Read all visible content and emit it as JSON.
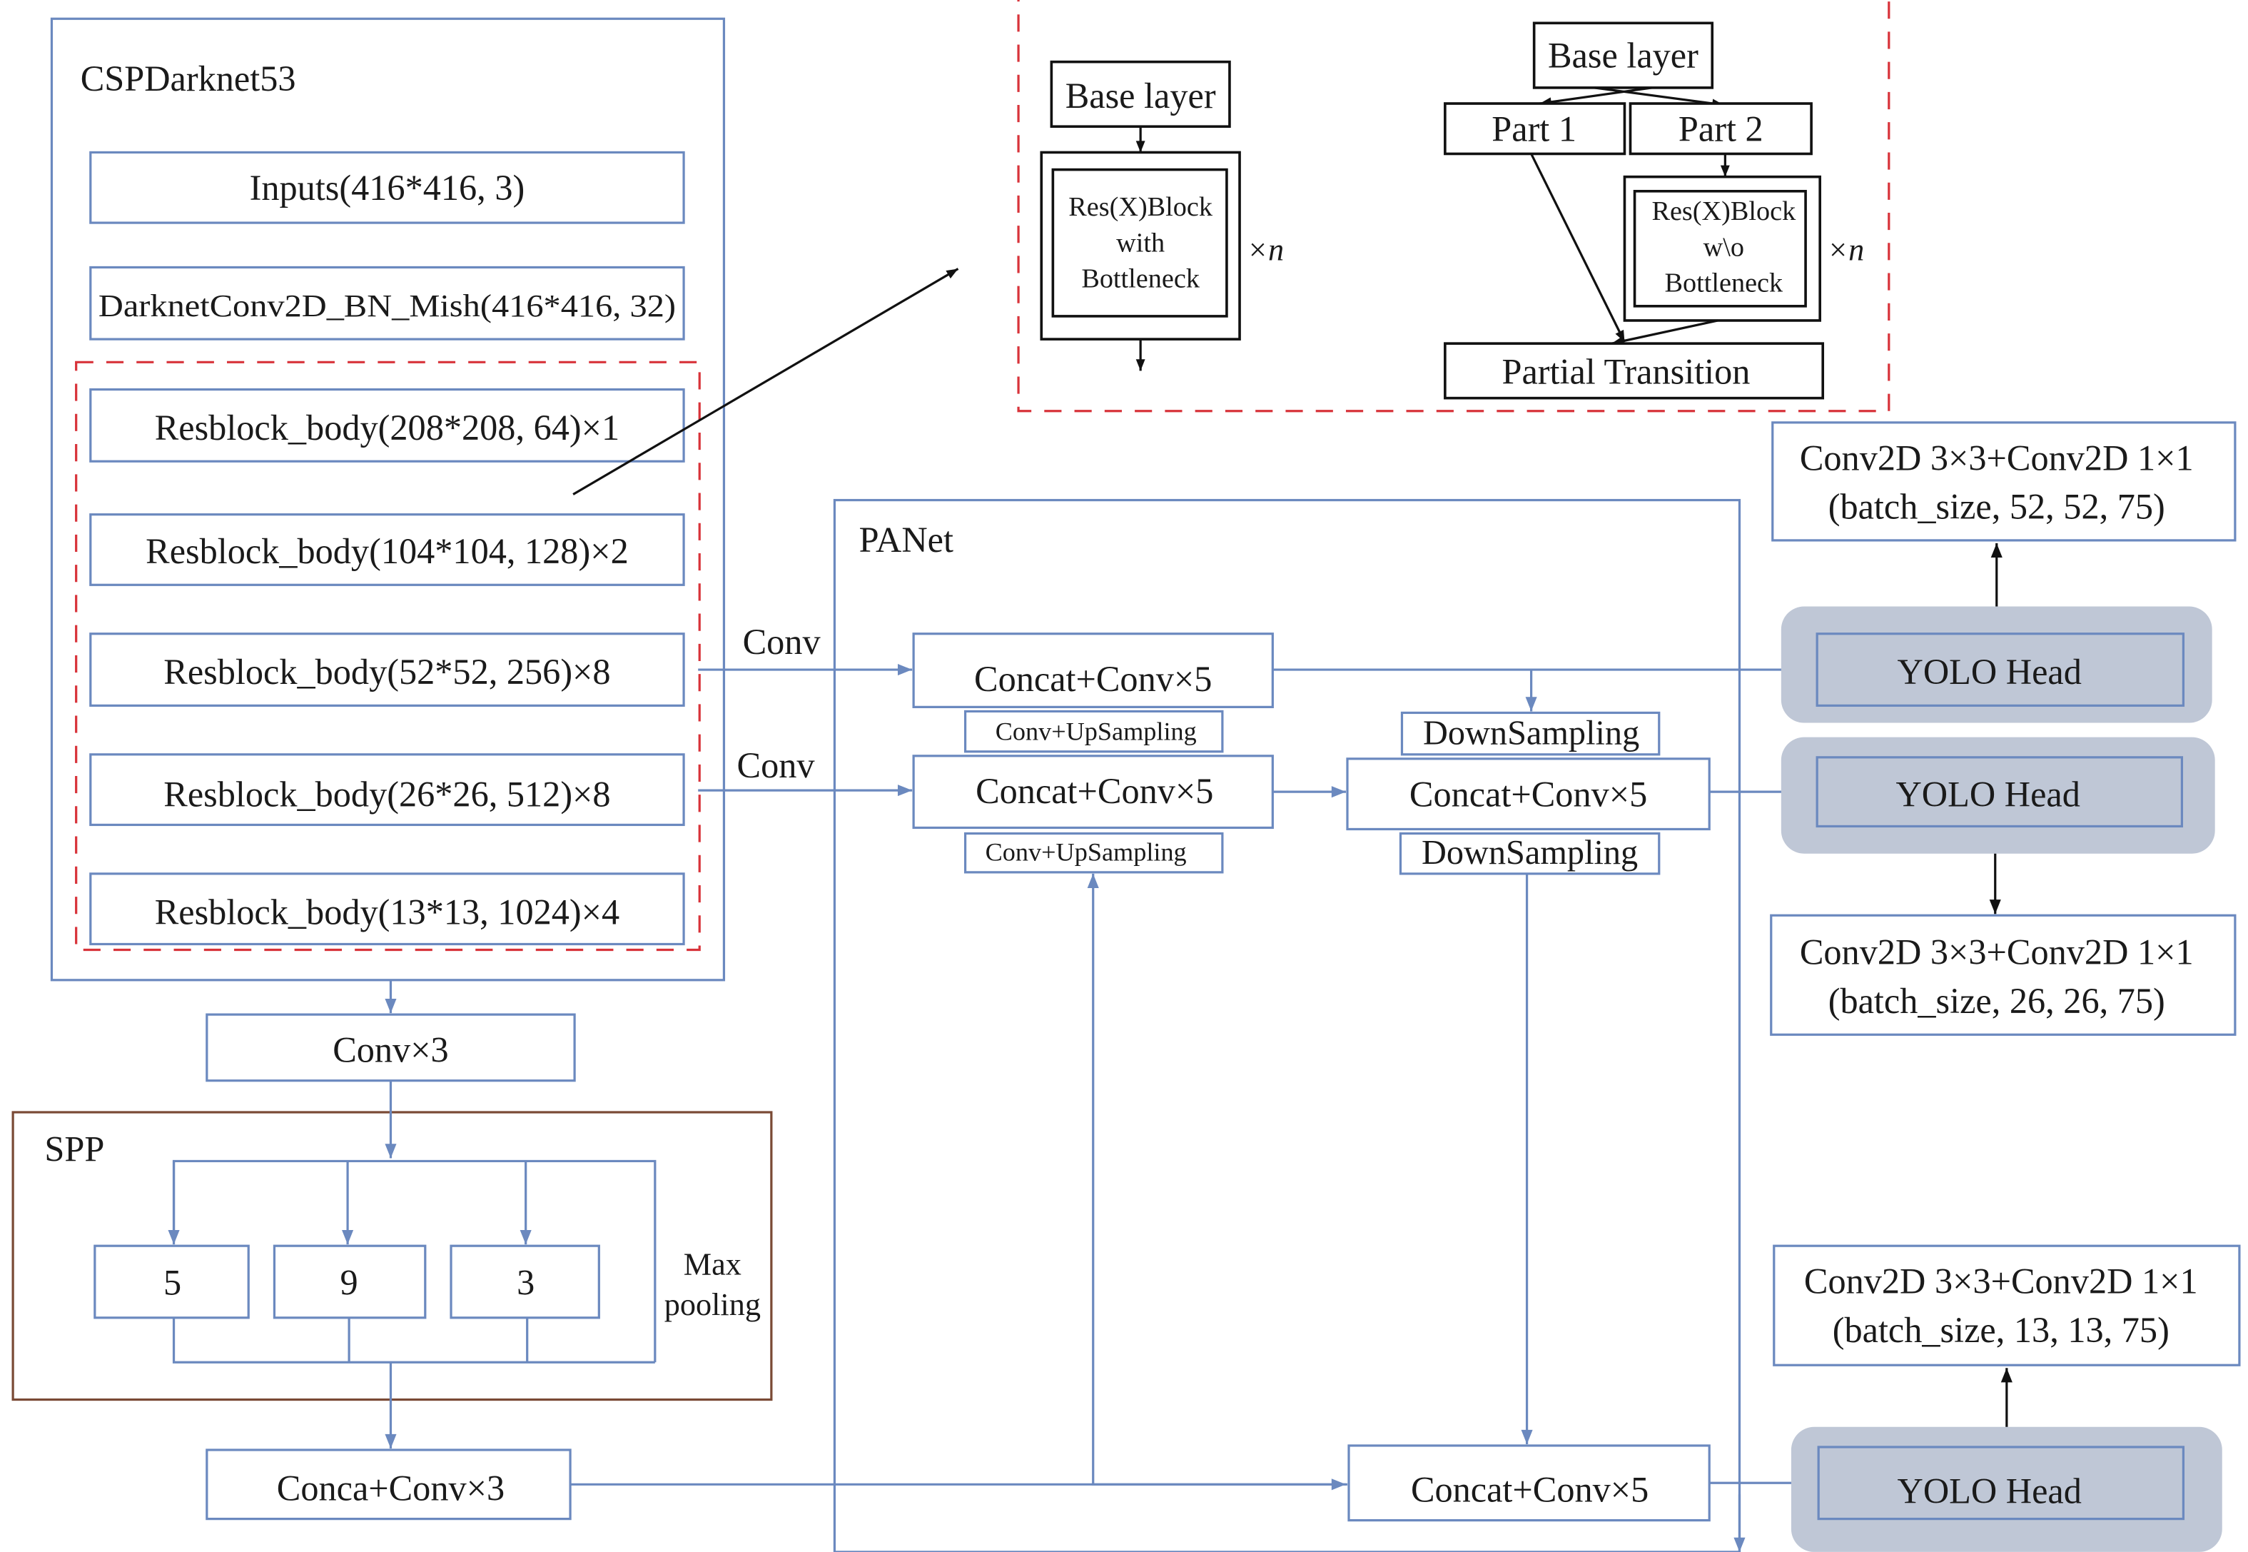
{
  "colors": {
    "flow_line": "#6b89bf",
    "csp_highlight_dash": "#d8333a",
    "spp_border": "#7a4a35",
    "yolo_head_fill": "#bfc7d6",
    "text": "#1a1a1a"
  },
  "backbone": {
    "title": "CSPDarknet53",
    "layers": [
      "Inputs(416*416, 3)",
      "DarknetConv2D_BN_Mish(416*416, 32)",
      "Resblock_body(208*208, 64)×1",
      "Resblock_body(104*104, 128)×2",
      "Resblock_body(52*52, 256)×8",
      "Resblock_body(26*26, 512)×8",
      "Resblock_body(13*13, 1024)×4"
    ]
  },
  "csp_detail": {
    "left": {
      "base_layer": "Base layer",
      "block_lines": [
        "Res(X)Block",
        "with",
        "Bottleneck"
      ],
      "repeat": "×n"
    },
    "right": {
      "base_layer": "Base layer",
      "part1": "Part 1",
      "part2": "Part 2",
      "block_lines": [
        "Res(X)Block",
        "w\\o",
        "Bottleneck"
      ],
      "repeat": "×n",
      "transition": "Partial Transition"
    }
  },
  "neck": {
    "conv3": "Conv×3",
    "spp": {
      "title": "SPP",
      "kernels": [
        "5",
        "9",
        "3"
      ],
      "label_lines": [
        "Max",
        "pooling"
      ]
    },
    "concat_conv3": "Conca+Conv×3"
  },
  "panet": {
    "title": "PANet",
    "conv_label_1": "Conv",
    "conv_label_2": "Conv",
    "concat_top": "Concat+Conv×5",
    "upsample_1": "Conv+UpSampling",
    "concat_mid_left": "Concat+Conv×5",
    "upsample_2": "Conv+UpSampling",
    "downsample_1": "DownSampling",
    "concat_mid_right": "Concat+Conv×5",
    "downsample_2": "DownSampling",
    "concat_bottom": "Concat+Conv×5"
  },
  "heads": [
    {
      "label": "YOLO Head",
      "output_lines": [
        "Conv2D 3×3+Conv2D 1×1",
        "(batch_size, 52, 52, 75)"
      ]
    },
    {
      "label": "YOLO Head",
      "output_lines": [
        "Conv2D 3×3+Conv2D 1×1",
        "(batch_size, 26, 26, 75)"
      ]
    },
    {
      "label": "YOLO Head",
      "output_lines": [
        "Conv2D 3×3+Conv2D 1×1",
        "(batch_size, 13, 13, 75)"
      ]
    }
  ]
}
